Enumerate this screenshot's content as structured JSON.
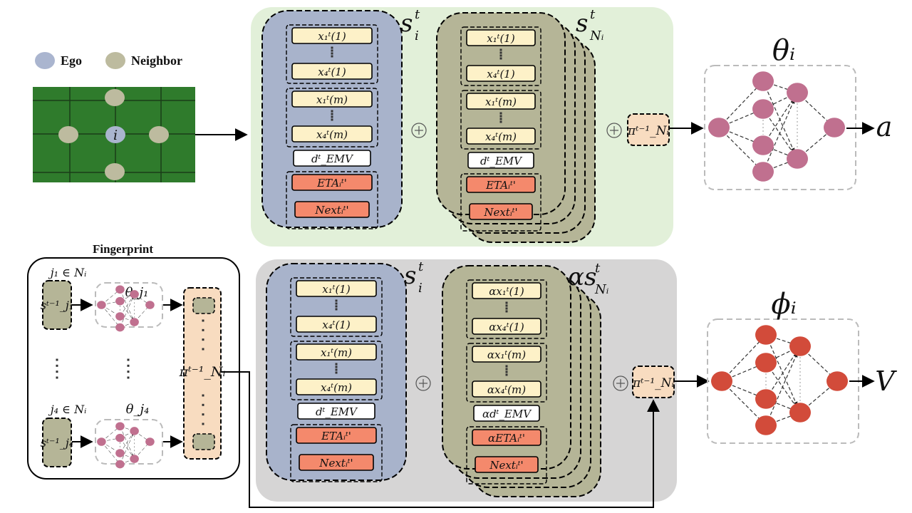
{
  "legend": {
    "ego_label": "Ego",
    "neighbor_label": "Neighbor",
    "ego_color": "#aab5cf",
    "neighbor_color": "#bdbb9f"
  },
  "map": {
    "ego_symbol": "i",
    "grid_color": "#2f7b2c"
  },
  "actor": {
    "ego_state": {
      "symbol": "s",
      "sub": "i",
      "sup": "t",
      "items": [
        "x₁ᵗ(1)",
        "x₄ᵗ(1)",
        "x₁ᵗ(m)",
        "x₄ᵗ(m)",
        "dᵗ_EMV",
        "ETAᵢᵗ'",
        "Nextᵢᵗ'"
      ]
    },
    "neighbor_state": {
      "symbol": "s",
      "sub": "Nᵢ",
      "sup": "t",
      "items": [
        "x₁ᵗ(1)",
        "x₄ᵗ(1)",
        "x₁ᵗ(m)",
        "x₄ᵗ(m)",
        "dᵗ_EMV",
        "ETAᵢᵗ'",
        "Nextᵢᵗ'"
      ]
    },
    "fingerprint_input": "πᵗ⁻¹_Nᵢ",
    "network_label": "θᵢ",
    "output_label": "a",
    "node_color": "#c0708f",
    "bg_color": "#e2f0d9"
  },
  "critic": {
    "ego_state": {
      "symbol": "s",
      "sub": "i",
      "sup": "t",
      "items": [
        "x₁ᵗ(1)",
        "x₄ᵗ(1)",
        "x₁ᵗ(m)",
        "x₄ᵗ(m)",
        "dᵗ_EMV",
        "ETAᵢᵗ'",
        "Nextᵢᵗ'"
      ]
    },
    "neighbor_state": {
      "symbol": "αs",
      "sub": "Nᵢ",
      "sup": "t",
      "items": [
        "αx₁ᵗ(1)",
        "αx₄ᵗ(1)",
        "αx₁ᵗ(m)",
        "αx₄ᵗ(m)",
        "αdᵗ_EMV",
        "αETAᵢᵗ'",
        "Nextᵢᵗ'"
      ]
    },
    "fingerprint_input": "πᵗ⁻¹_Nᵢ",
    "network_label": "ϕᵢ",
    "output_label": "V",
    "node_color": "#d24b3a",
    "bg_color": "#d6d5d5"
  },
  "fingerprint": {
    "title": "Fingerprint",
    "top_index": "j₁ ∈ Nᵢ",
    "bottom_index": "j₄ ∈ Nᵢ",
    "top_state": "sᵗ⁻¹_j₁",
    "bottom_state": "sᵗ⁻¹_j₄",
    "top_net": "θ_j₁",
    "bottom_net": "θ_j₄",
    "policy_label": "πᵗ⁻¹_Nᵢ"
  },
  "operators": {
    "concat": "⊕"
  },
  "colors": {
    "ego_panel": "#a8b3cb",
    "neighbor_panel": "#b5b597",
    "feature_box": "#fdf1c8",
    "emv_box": "#ffffff",
    "eta_box": "#f4896c",
    "policy_box": "#f8dcc0"
  }
}
